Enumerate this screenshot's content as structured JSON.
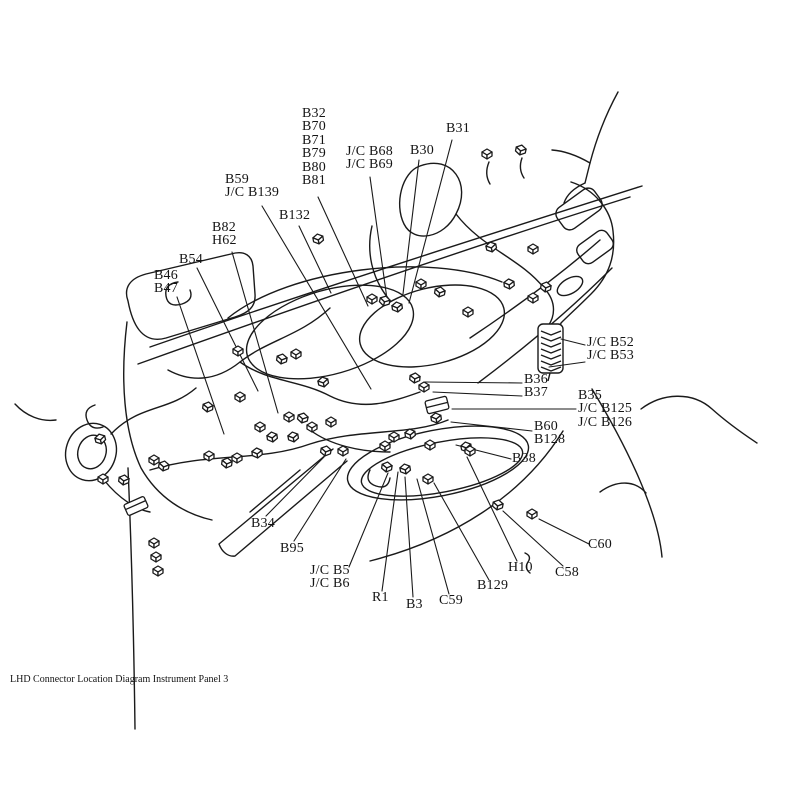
{
  "caption": "LHD Connector Location Diagram Instrument Panel 3",
  "diagram_type": "connector-location-line-drawing",
  "labels": [
    {
      "name": "label-b32-b70-b71-b79-b80-b81",
      "text": "B32\nB70\nB71\nB79\nB80\nB81"
    },
    {
      "name": "label-jc-b68-b69",
      "text": "J/C B68\nJ/C B69"
    },
    {
      "name": "label-b30",
      "text": "B30"
    },
    {
      "name": "label-b31",
      "text": "B31"
    },
    {
      "name": "label-b59-jc-b139",
      "text": "B59\nJ/C B139"
    },
    {
      "name": "label-b132",
      "text": "B132"
    },
    {
      "name": "label-b82-h62",
      "text": "B82\nH62"
    },
    {
      "name": "label-b54",
      "text": "B54"
    },
    {
      "name": "label-b46-b47",
      "text": "B46\nB47"
    },
    {
      "name": "label-jc-b52-b53",
      "text": "J/C B52\nJ/C B53"
    },
    {
      "name": "label-b36-b37",
      "text": "B36\nB37"
    },
    {
      "name": "label-b35-jc-b125-b126",
      "text": "B35\nJ/C B125\nJ/C B126"
    },
    {
      "name": "label-b60-b128",
      "text": "B60\nB128"
    },
    {
      "name": "label-b38",
      "text": "B38"
    },
    {
      "name": "label-c60",
      "text": "C60"
    },
    {
      "name": "label-c58",
      "text": "C58"
    },
    {
      "name": "label-h10",
      "text": "H10"
    },
    {
      "name": "label-b129",
      "text": "B129"
    },
    {
      "name": "label-c59",
      "text": "C59"
    },
    {
      "name": "label-b3",
      "text": "B3"
    },
    {
      "name": "label-r1",
      "text": "R1"
    },
    {
      "name": "label-jc-b5-b6",
      "text": "J/C B5\nJ/C B6"
    },
    {
      "name": "label-b95",
      "text": "B95"
    },
    {
      "name": "label-b34",
      "text": "B34"
    }
  ],
  "colors": {
    "line": "#1a1a1a",
    "background": "#ffffff",
    "text": "#141414"
  }
}
